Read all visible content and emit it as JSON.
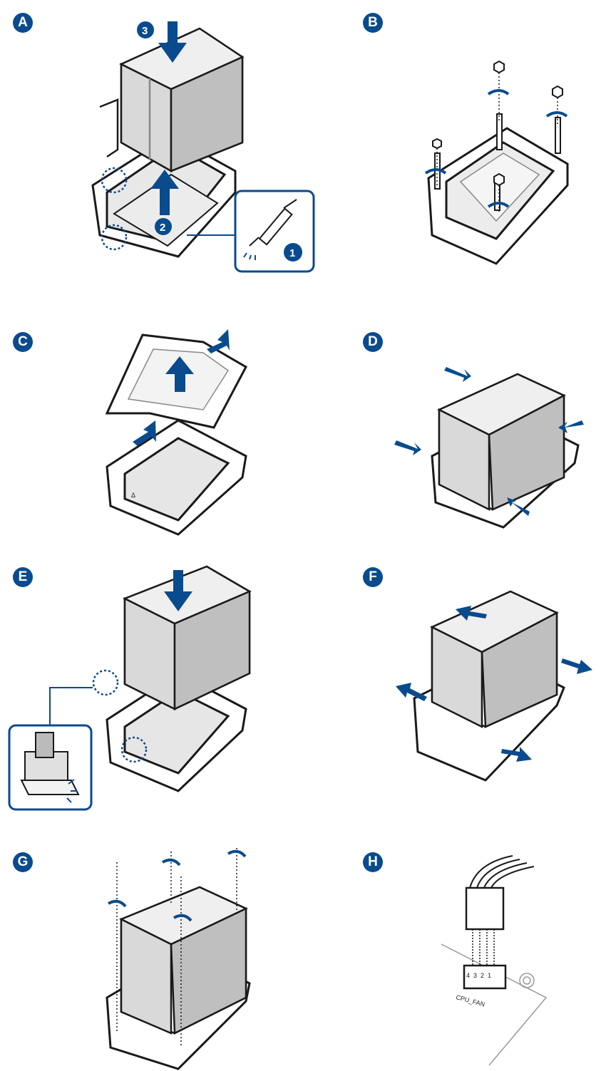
{
  "panels": [
    {
      "letter": "A"
    },
    {
      "letter": "B"
    },
    {
      "letter": "C"
    },
    {
      "letter": "D"
    },
    {
      "letter": "E"
    },
    {
      "letter": "F"
    },
    {
      "letter": "G"
    },
    {
      "letter": "H"
    }
  ],
  "steps": {
    "one": "1",
    "two": "2",
    "three": "3"
  },
  "fan_header": {
    "label": "CPU_FAN",
    "pins": [
      "4",
      "3",
      "2",
      "1"
    ]
  },
  "colors": {
    "accent": "#0a4b8e",
    "line": "#1a1a1a",
    "metal": "#d9d9d9",
    "shade": "#a9a9a9"
  }
}
